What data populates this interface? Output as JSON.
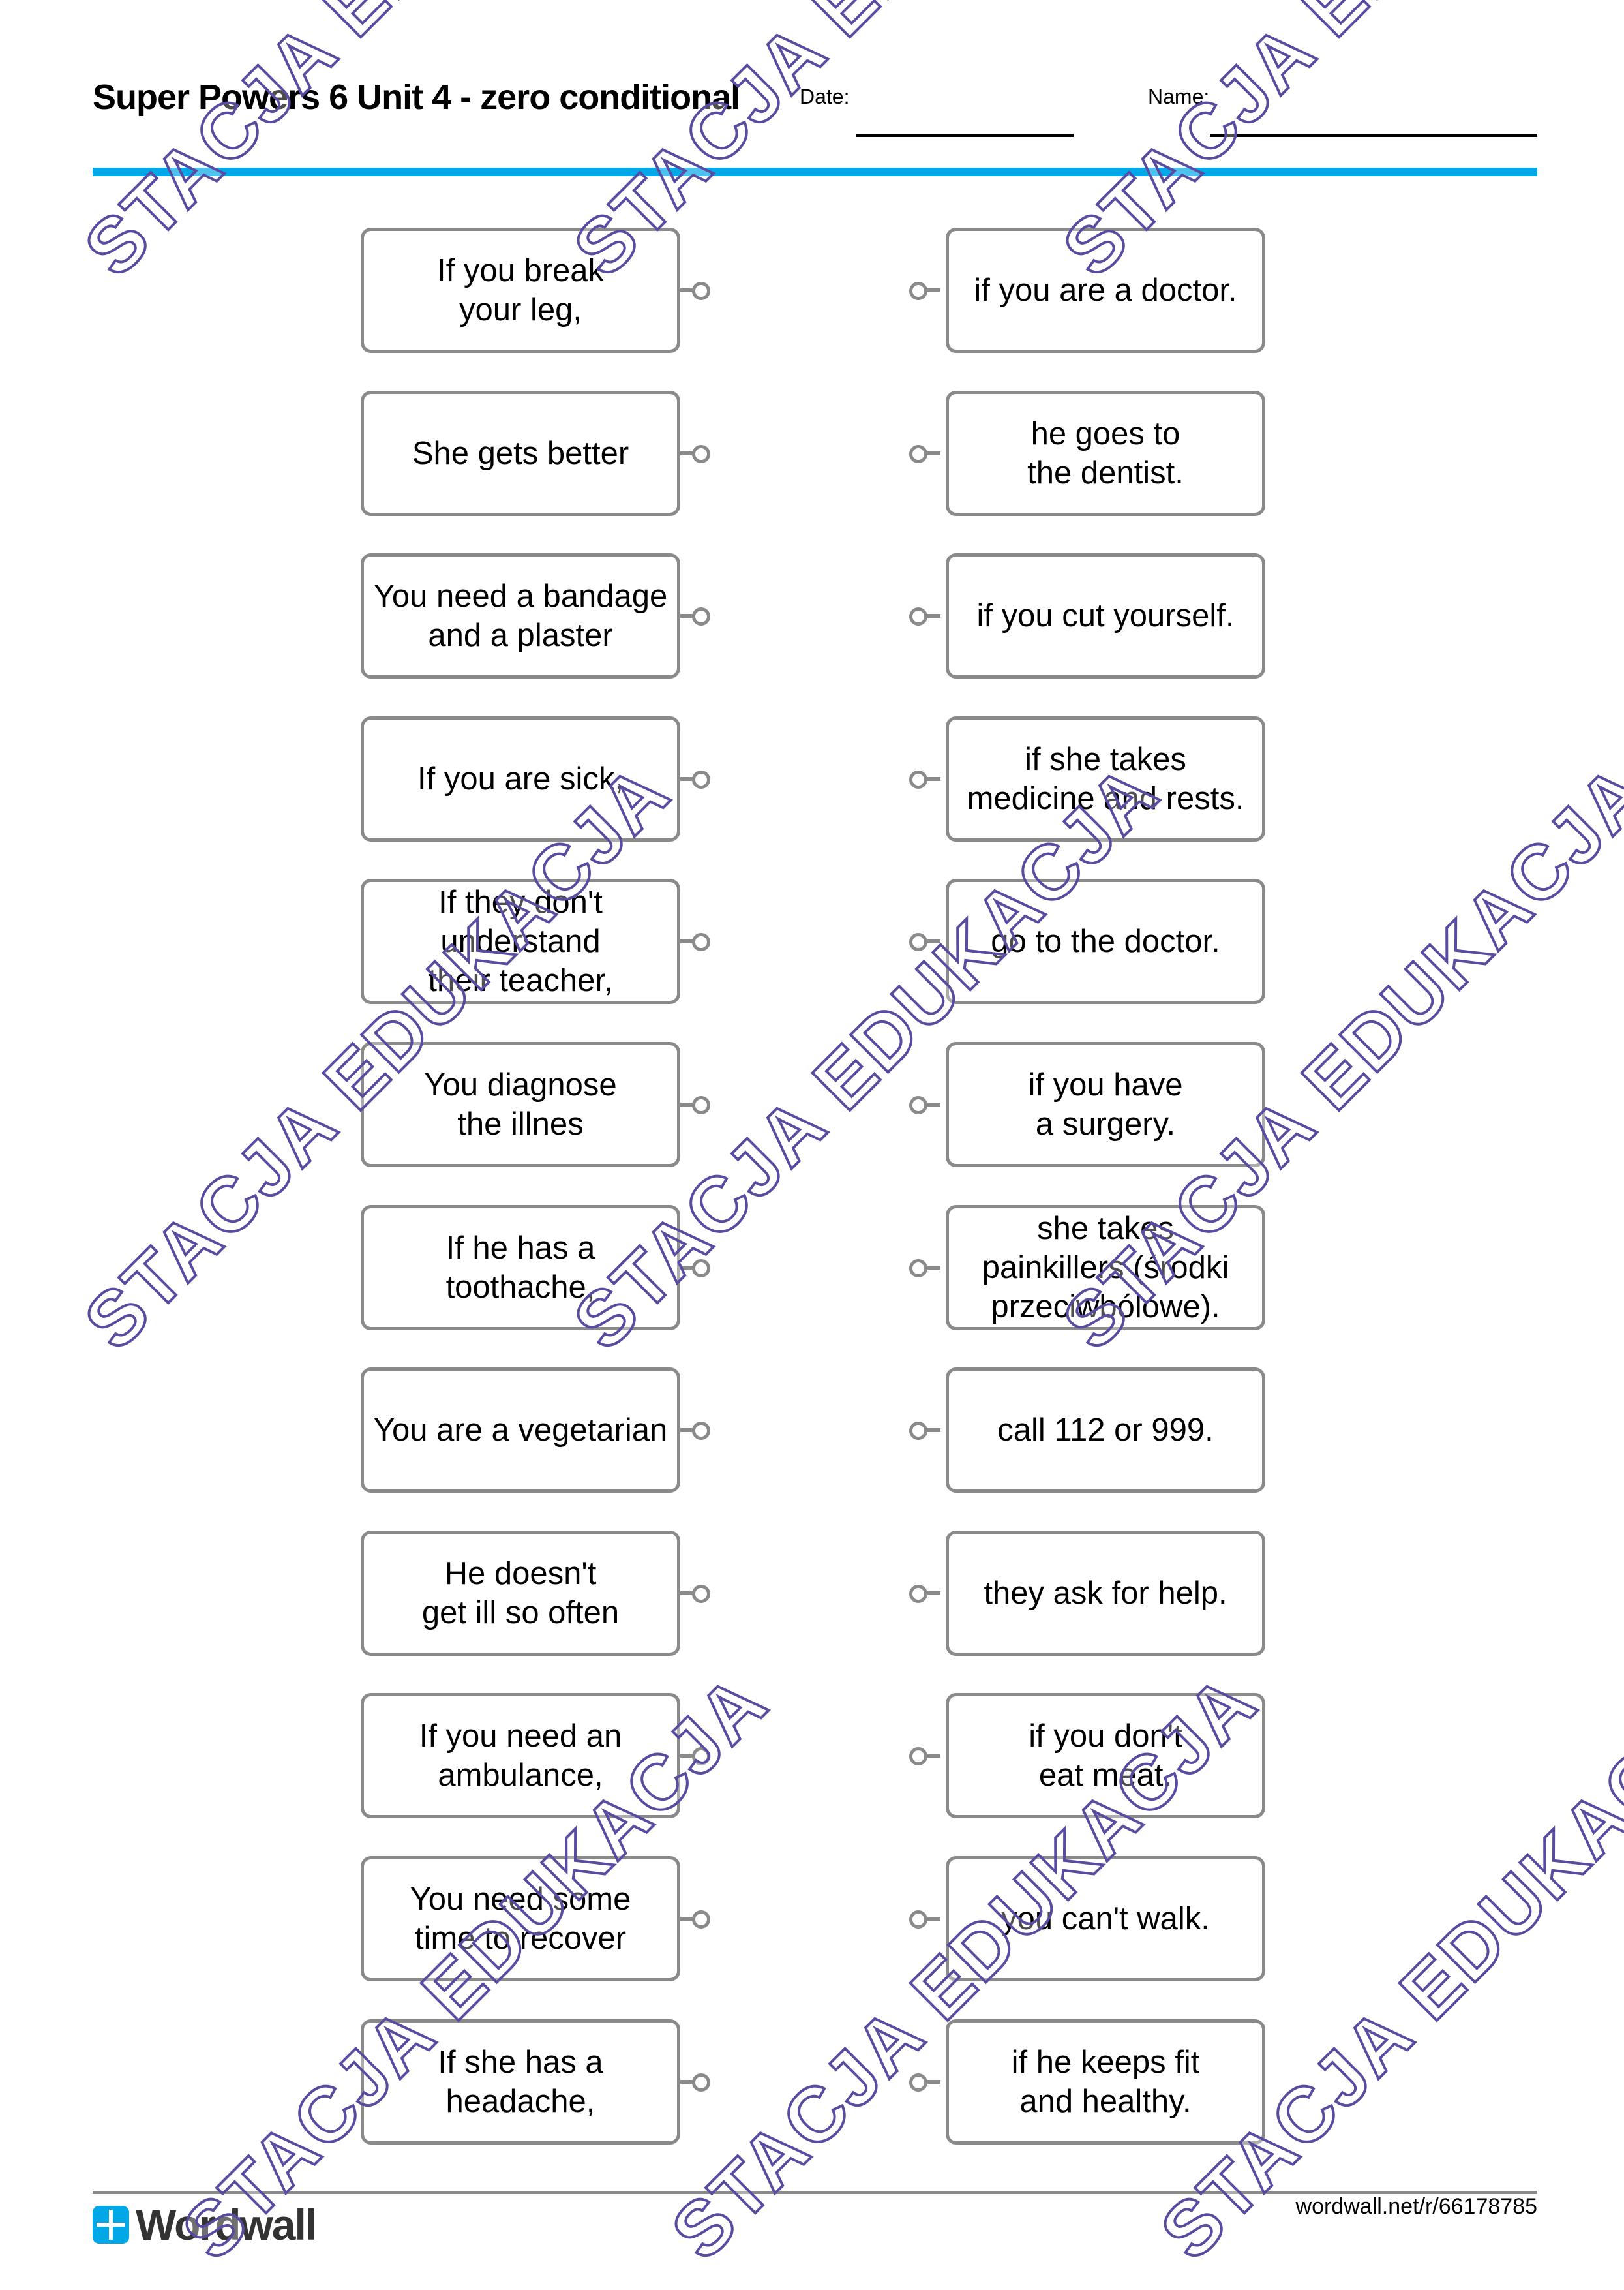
{
  "header": {
    "title": "Super Powers 6 Unit 4 - zero conditional",
    "date_label": "Date:",
    "name_label": "Name:"
  },
  "left_items": [
    "If you break\nyour leg,",
    "She gets better",
    "You need a bandage\nand a plaster",
    "If you are sick,",
    "If they don't\nunderstand\ntheir teacher,",
    "You diagnose\nthe illnes",
    "If he has a\ntoothache,",
    "You are a vegetarian",
    "He doesn't\nget ill so often",
    "If you need an\nambulance,",
    "You need some\ntime to recover",
    "If she has a\nheadache,"
  ],
  "right_items": [
    "if you are a doctor.",
    "he goes to\nthe dentist.",
    "if you cut yourself.",
    "if she takes\nmedicine and rests.",
    "go to the doctor.",
    "if you have\na surgery.",
    "she takes\npainkillers (środki\nprzeciwbólowe).",
    "call 112 or 999.",
    "they ask for help.",
    "if you don't\neat meat.",
    "you can't walk.",
    "if he keeps fit\nand healthy."
  ],
  "footer": {
    "logo_text": "Wordwall",
    "url": "wordwall.net/r/66178785"
  },
  "watermark": "STACJA EDUKACJA",
  "colors": {
    "accent": "#00a8e8",
    "border": "#8a8a8a",
    "watermark": "#5a4aa0"
  }
}
